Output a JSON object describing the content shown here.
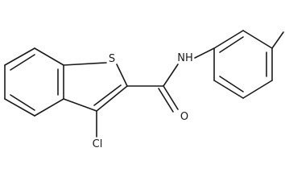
{
  "molecule": {
    "atoms": {
      "sulfur": "S",
      "amide_nitrogen": "NH",
      "carbonyl_oxygen": "O",
      "chlorine": "Cl"
    }
  }
}
